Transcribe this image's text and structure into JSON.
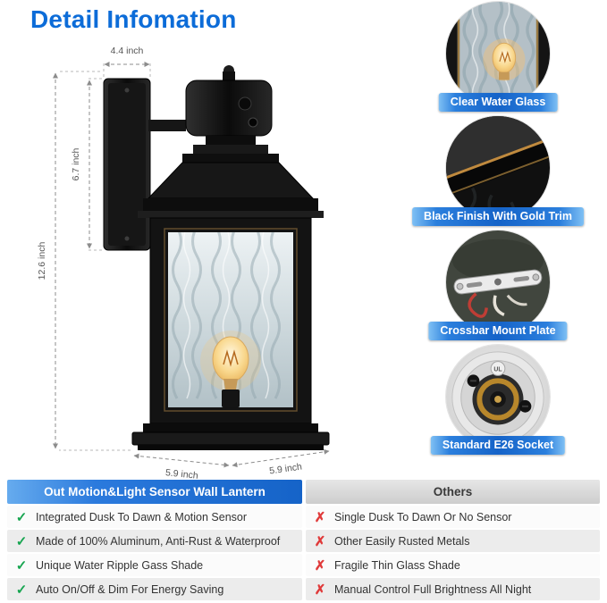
{
  "title": "Detail Infomation",
  "diagram": {
    "dim_plate_width": "4.4 inch",
    "dim_upper_height": "6.7 inch",
    "dim_total_height": "12.6 inch",
    "dim_base_width": "5.9 inch",
    "dim_base_depth": "5.9 inch"
  },
  "callouts": [
    {
      "label": "Clear Water Glass"
    },
    {
      "label": "Black Finish With Gold Trim"
    },
    {
      "label": "Crossbar Mount Plate"
    },
    {
      "label": "Standard E26 Socket",
      "mark": "UL"
    }
  ],
  "comparison": {
    "left_header": "Out Motion&Light Sensor Wall Lantern",
    "right_header": "Others",
    "rows": [
      {
        "left": "Integrated Dusk To Dawn & Motion Sensor",
        "right": "Single Dusk To Dawn Or No Sensor"
      },
      {
        "left": "Made of 100% Aluminum, Anti-Rust & Waterproof",
        "right": "Other Easily Rusted Metals"
      },
      {
        "left": "Unique Water Ripple Gass Shade",
        "right": "Fragile Thin Glass Shade"
      },
      {
        "left": "Auto On/Off & Dim For Energy Saving",
        "right": "Manual Control Full Brightness All Night"
      }
    ]
  },
  "icons": {
    "check": "✓",
    "cross": "✗"
  },
  "colors": {
    "accent_blue": "#0c6cd8",
    "banner_blue": "#1563c8",
    "banner_blue_light": "#7fc0f4",
    "check_green": "#17a550",
    "cross_red": "#e03a3a",
    "others_header_gray": "#cdcdcd"
  }
}
